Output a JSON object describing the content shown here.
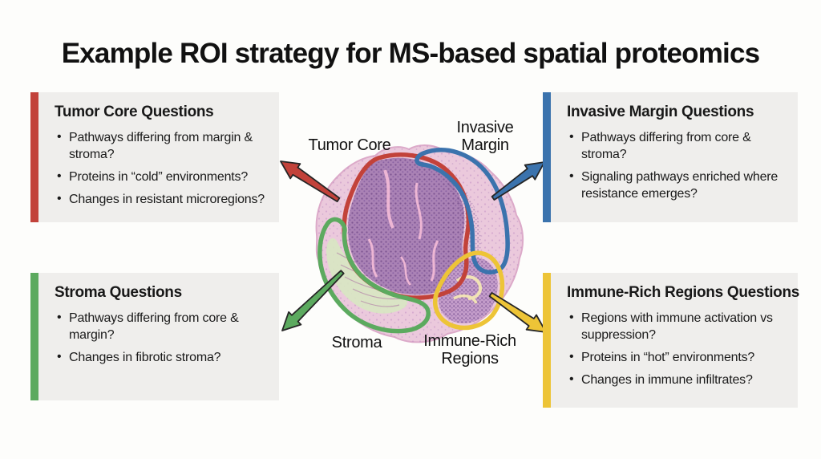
{
  "title": "Example ROI strategy for MS-based spatial proteomics",
  "colors": {
    "red": "#c2423a",
    "blue": "#3b73ad",
    "green": "#5caa5f",
    "yellow": "#edc437",
    "arrow_outline": "#262626",
    "box_bg": "#efeeec",
    "tissue_rim": "#ebc9dc",
    "tissue_core": "#aa82b5",
    "stroma_wash": "#d8e7c2",
    "immune_fill": "#c39cc9"
  },
  "boxes": {
    "tumor_core": {
      "heading": "Tumor Core Questions",
      "bullets": [
        "Pathways differing from margin & stroma?",
        "Proteins in “cold” environments?",
        "Changes in resistant microregions?"
      ]
    },
    "invasive_margin": {
      "heading": "Invasive Margin Questions",
      "bullets": [
        "Pathways differing from core & stroma?",
        "Signaling pathways enriched where resistance emerges?"
      ]
    },
    "stroma": {
      "heading": "Stroma Questions",
      "bullets": [
        "Pathways differing from core & margin?",
        "Changes in fibrotic stroma?"
      ]
    },
    "immune_rich": {
      "heading": "Immune-Rich Regions Questions",
      "bullets": [
        "Regions with immune activation vs suppression?",
        "Proteins in “hot” environments?",
        "Changes in immune infiltrates?"
      ]
    }
  },
  "diagram": {
    "labels": {
      "tumor_core": "Tumor Core",
      "invasive_margin": "Invasive Margin",
      "stroma": "Stroma",
      "immune_rich": "Immune-Rich Regions"
    }
  }
}
